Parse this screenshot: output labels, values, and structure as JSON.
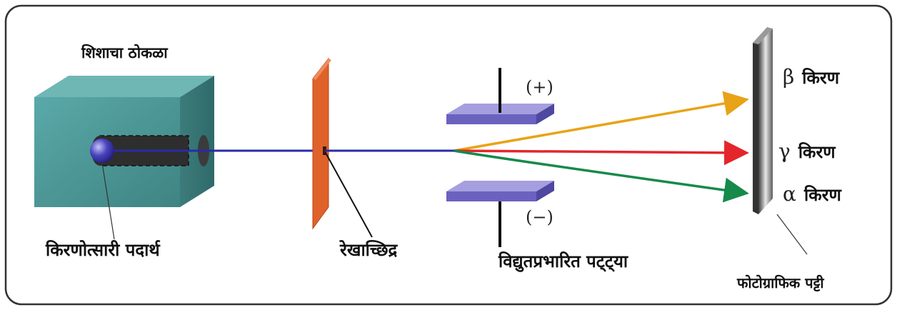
{
  "labels": {
    "lead_block": "शिशाचा ठोकळा",
    "radioactive_source": "किरणोत्सारी पदार्थ",
    "slit": "रेखाच्छिद्र",
    "charged_plates": "विद्युतप्रभारित पट्ट्या",
    "photo_plate": "फोटोग्राफिक पट्टी",
    "plus_sign": "(+)",
    "minus_sign": "(−)"
  },
  "rays": [
    {
      "symbol": "β",
      "label": "किरण",
      "color": "#e8a317"
    },
    {
      "symbol": "γ",
      "label": "किरण",
      "color": "#e3262c"
    },
    {
      "symbol": "α",
      "label": "किरण",
      "color": "#168a4a"
    }
  ],
  "colors": {
    "frame": "#333333",
    "block": "#4f9e9e",
    "slit_plate": "#e0622b",
    "charged_plate": "#7e76c4",
    "photo_plate": "#6e6e6e",
    "beam": "#2a2aa8"
  }
}
